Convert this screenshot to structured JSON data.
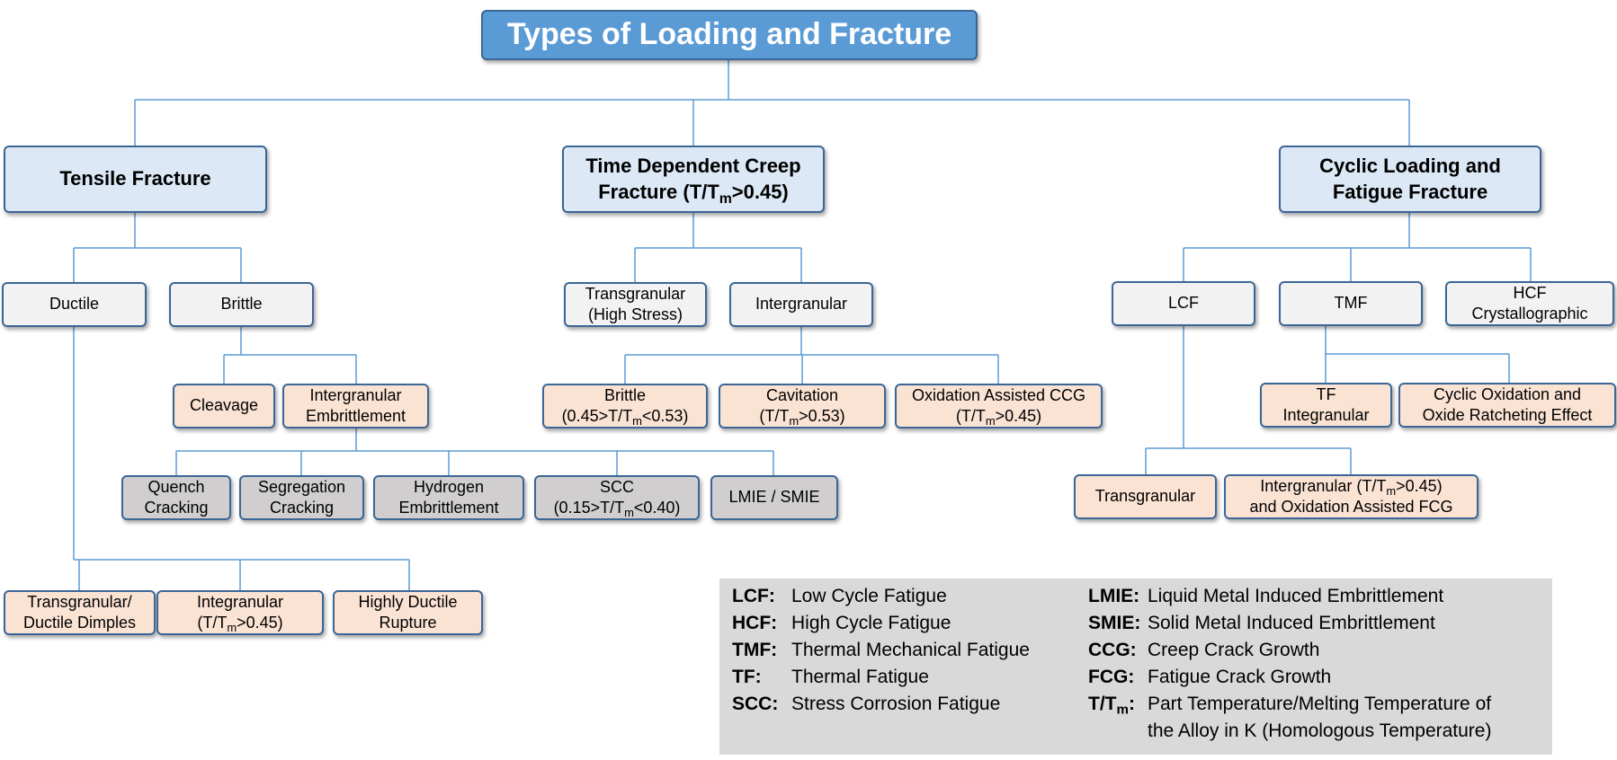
{
  "title": "Types of Loading and Fracture",
  "categories": {
    "tensile": "Tensile Fracture",
    "creep": [
      "Time Dependent Creep",
      "Fracture (T/T",
      "m",
      ">0.45)"
    ],
    "cyclic": [
      "Cyclic Loading and",
      "Fatigue Fracture"
    ]
  },
  "tensile": {
    "ductile": "Ductile",
    "brittle": "Brittle",
    "cleavage": "Cleavage",
    "intergranular_embrittlement": [
      "Intergranular",
      "Embrittlement"
    ],
    "quench_cracking": [
      "Quench",
      "Cracking"
    ],
    "segregation_cracking": [
      "Segregation",
      "Cracking"
    ],
    "hydrogen_embrittlement": [
      "Hydrogen",
      "Embrittlement"
    ],
    "scc": [
      "SCC",
      "(0.15>T/T",
      "m",
      "<0.40)"
    ],
    "lmie_smie": "LMIE / SMIE",
    "transgranular_dimples": [
      "Transgranular/",
      "Ductile Dimples"
    ],
    "integranular": [
      "Integranular",
      "(T/T",
      "m",
      ">0.45)"
    ],
    "highly_ductile": [
      "Highly Ductile",
      "Rupture"
    ]
  },
  "creep": {
    "transgranular": [
      "Transgranular",
      "(High Stress)"
    ],
    "intergranular": "Intergranular",
    "brittle": [
      "Brittle",
      "(0.45>T/T",
      "m",
      "<0.53)"
    ],
    "cavitation": [
      "Cavitation",
      "(T/T",
      "m",
      ">0.53)"
    ],
    "oxidation_ccg": [
      "Oxidation Assisted CCG",
      "(T/T",
      "m",
      ">0.45)"
    ]
  },
  "cyclic": {
    "lcf": "LCF",
    "tmf": "TMF",
    "hcf": [
      "HCF",
      "Crystallographic"
    ],
    "tf": [
      "TF",
      "Integranular"
    ],
    "cyclic_oxidation": [
      "Cyclic Oxidation and",
      "Oxide Ratcheting Effect"
    ],
    "transgranular": "Transgranular",
    "intergranular_fcg": [
      "Intergranular (T/T",
      "m",
      ">0.45)",
      "and Oxidation Assisted FCG"
    ]
  },
  "legend": {
    "left": [
      {
        "abbr": "LCF:",
        "def": "Low Cycle Fatigue"
      },
      {
        "abbr": "HCF:",
        "def": "High Cycle Fatigue"
      },
      {
        "abbr": "TMF:",
        "def": "Thermal Mechanical Fatigue"
      },
      {
        "abbr": "TF:",
        "def": "Thermal Fatigue"
      },
      {
        "abbr": "SCC:",
        "def": "Stress Corrosion Fatigue"
      }
    ],
    "right": [
      {
        "abbr": "LMIE:",
        "def": "Liquid Metal Induced Embrittlement"
      },
      {
        "abbr": "SMIE:",
        "def": "Solid Metal Induced Embrittlement"
      },
      {
        "abbr": "CCG:",
        "def": "Creep Crack Growth"
      },
      {
        "abbr": "FCG:",
        "def": "Fatigue Crack Growth"
      }
    ],
    "homologous": {
      "abbr": [
        "T/T",
        "m",
        ":"
      ],
      "def_line1": "Part Temperature/Melting Temperature of",
      "def_line2": "the Alloy in K (Homologous Temperature)"
    }
  },
  "colors": {
    "title_fill": "#5b9bd5",
    "category_fill": "#dce8f5",
    "subtype_fill": "#f2f2f2",
    "mechanism_fill": "#fbe3d4",
    "embrittlement_fill": "#d0cece",
    "border": "#3b6696",
    "connector": "#5b9bd5",
    "legend_fill": "#d9d9d9"
  }
}
